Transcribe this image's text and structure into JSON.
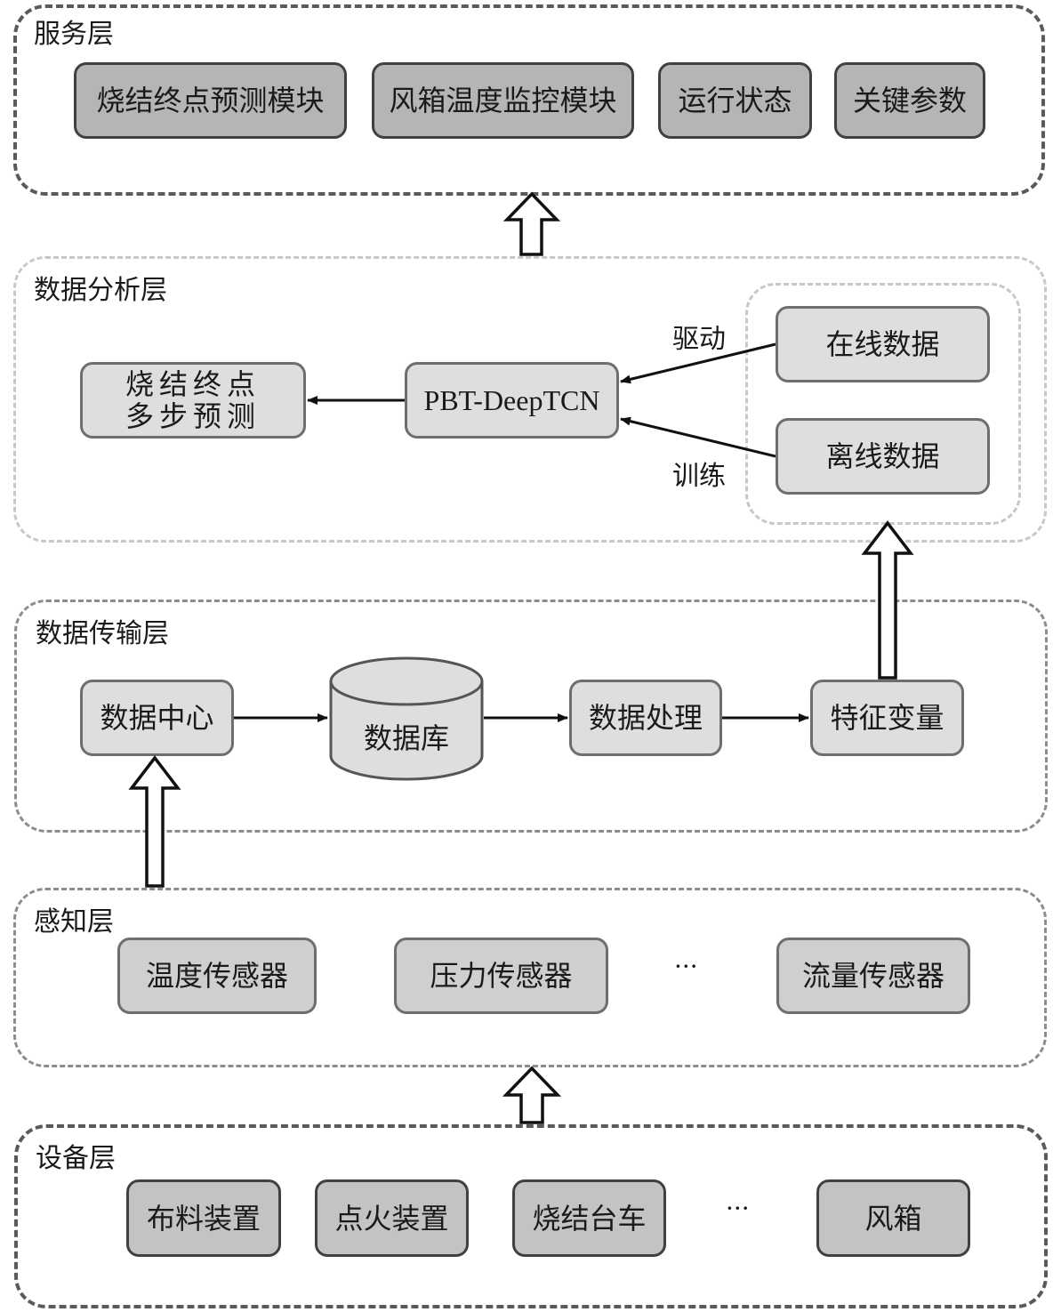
{
  "layers": {
    "service": {
      "title": "服务层",
      "modules": [
        "烧结终点预测模块",
        "风箱温度监控模块",
        "运行状态",
        "关键参数"
      ]
    },
    "analysis": {
      "title": "数据分析层",
      "prediction": [
        "烧结终点",
        "多步预测"
      ],
      "model": "PBT-DeepTCN",
      "online_data": "在线数据",
      "offline_data": "离线数据",
      "edge_drive": "驱动",
      "edge_train": "训练"
    },
    "transmission": {
      "title": "数据传输层",
      "data_center": "数据中心",
      "database": "数据库",
      "data_processing": "数据处理",
      "feature_variables": "特征变量"
    },
    "perception": {
      "title": "感知层",
      "sensors": [
        "温度传感器",
        "压力传感器",
        "流量传感器"
      ],
      "ellipsis": "···"
    },
    "device": {
      "title": "设备层",
      "devices": [
        "布料装置",
        "点火装置",
        "烧结台车",
        "风箱"
      ],
      "ellipsis": "···"
    }
  }
}
